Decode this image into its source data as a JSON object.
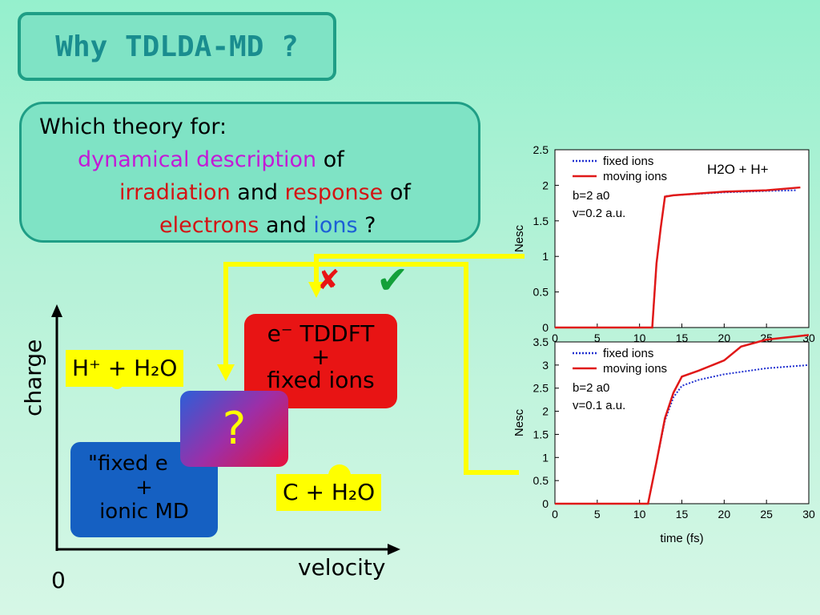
{
  "title": "Why TDLDA-MD ?",
  "question": {
    "line1": "Which theory for:",
    "line2_a": "dynamical description",
    "line2_b": " of",
    "line3_a": "irradiation",
    "line3_b": " and ",
    "line3_c": "response",
    "line3_d": " of",
    "line4_a": "electrons",
    "line4_b": " and ",
    "line4_c": "ions",
    "line4_d": " ?"
  },
  "diagram": {
    "y_label": "charge",
    "x_label": "velocity",
    "origin": "0",
    "hplus_h2o": "H⁺ + H₂O",
    "c_h2o": "C + H₂O",
    "tddft_line1": "e⁻ TDDFT",
    "tddft_line2": "+",
    "tddft_line3": "fixed ions",
    "fixed_line1": "\"fixed e",
    "fixed_line2": "+",
    "fixed_line3": "ionic MD",
    "question_mark": "?",
    "cross": "✘",
    "check": "✔",
    "colors": {
      "yellow": "#ffff00",
      "red": "#e81414",
      "blue": "#1560c2",
      "green": "#13a03a"
    }
  },
  "chart_data": [
    {
      "type": "line",
      "annotation": "H2O + H+",
      "params": [
        "b=2 a0",
        "v=0.2 a.u."
      ],
      "xlabel": "time (fs)",
      "ylabel": "Nesc",
      "xlim": [
        0,
        30
      ],
      "ylim": [
        0,
        2.5
      ],
      "xticks": [
        "0",
        "5",
        "10",
        "15",
        "20",
        "25",
        "30"
      ],
      "yticks": [
        "0",
        "0.5",
        "1",
        "1.5",
        "2",
        "2.5"
      ],
      "series": [
        {
          "name": "fixed ions",
          "color": "#2030d0",
          "style": "dotted",
          "x": [
            0,
            11.5,
            12,
            12.5,
            13,
            13.5,
            14,
            20,
            25,
            28.5
          ],
          "y": [
            0,
            0,
            0.9,
            1.4,
            1.85,
            1.85,
            1.86,
            1.9,
            1.92,
            1.93
          ]
        },
        {
          "name": "moving ions",
          "color": "#e01818",
          "style": "solid",
          "x": [
            0,
            11.5,
            12,
            12.5,
            13,
            13.5,
            14,
            20,
            25,
            29
          ],
          "y": [
            0,
            0,
            0.9,
            1.4,
            1.84,
            1.85,
            1.86,
            1.91,
            1.93,
            1.97
          ]
        }
      ]
    },
    {
      "type": "line",
      "params": [
        "b=2 a0",
        "v=0.1 a.u."
      ],
      "xlabel": "time (fs)",
      "ylabel": "Nesc",
      "xlim": [
        0,
        30
      ],
      "ylim": [
        0,
        3.5
      ],
      "xticks": [
        "0",
        "5",
        "10",
        "15",
        "20",
        "25",
        "30"
      ],
      "yticks": [
        "0",
        "0.5",
        "1",
        "1.5",
        "2",
        "2.5",
        "3",
        "3.5"
      ],
      "series": [
        {
          "name": "fixed ions",
          "color": "#2030d0",
          "style": "dotted",
          "x": [
            0,
            11,
            12,
            13,
            14,
            15,
            17,
            20,
            25,
            30
          ],
          "y": [
            0,
            0,
            0.9,
            1.8,
            2.3,
            2.55,
            2.68,
            2.8,
            2.93,
            3.0
          ]
        },
        {
          "name": "moving ions",
          "color": "#e01818",
          "style": "solid",
          "x": [
            0,
            11,
            12,
            13,
            14,
            15,
            17,
            20,
            22,
            25,
            30
          ],
          "y": [
            0,
            0,
            0.9,
            1.85,
            2.4,
            2.75,
            2.88,
            3.1,
            3.4,
            3.55,
            3.65
          ]
        }
      ]
    }
  ]
}
